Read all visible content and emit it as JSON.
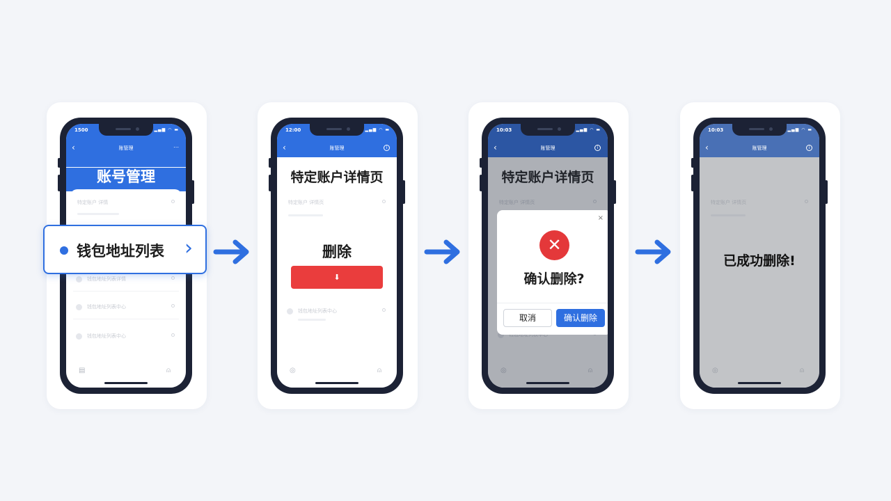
{
  "colors": {
    "primary": "#2f6fe0",
    "danger": "#ea3d3d",
    "phone": "#1c2235",
    "background": "#f3f5f9"
  },
  "icons": [
    "back-arrow-icon",
    "signal-icon",
    "wifi-icon",
    "battery-icon",
    "info-icon",
    "more-icon",
    "error-x-icon",
    "close-icon",
    "download-icon",
    "home-tab-icon",
    "profile-tab-icon",
    "chevron-right-icon",
    "arrow-right-icon"
  ],
  "status_bar": {
    "time_1": "1500",
    "time_2": "12:00",
    "time_3": "10:03",
    "time_4": "10:03",
    "icons": "▂▄▆ ◠ ▬"
  },
  "nav": {
    "back": "‹",
    "title": "账管理",
    "more": "⋯",
    "info": "i"
  },
  "steps": {
    "step1": {
      "title": "账号管理",
      "row1": "特定账户 详情",
      "rows": [
        "钱包地址列表详情",
        "钱包地址列表中心",
        "钱包地址列表中心"
      ],
      "callout": "钱包地址列表",
      "callout_chevron": "›"
    },
    "step2": {
      "title": "特定账户详情页",
      "row1": "特定账户 详情页",
      "delete_label": "删除",
      "delete_button_icon": "⬇",
      "row2": "钱包地址列表中心"
    },
    "step3": {
      "title": "特定账户详情页",
      "row1": "特定账户 详情页",
      "row2": "钱包地址列表中心",
      "dialog": {
        "close": "×",
        "error_icon": "✕",
        "message": "确认删除?",
        "cancel": "取消",
        "confirm": "确认删除"
      }
    },
    "step4": {
      "row1": "特定账户 详情页",
      "success": "已成功删除!"
    }
  },
  "tabbar": {
    "left": "◎",
    "left_alt": "▤",
    "right": "⍝"
  }
}
